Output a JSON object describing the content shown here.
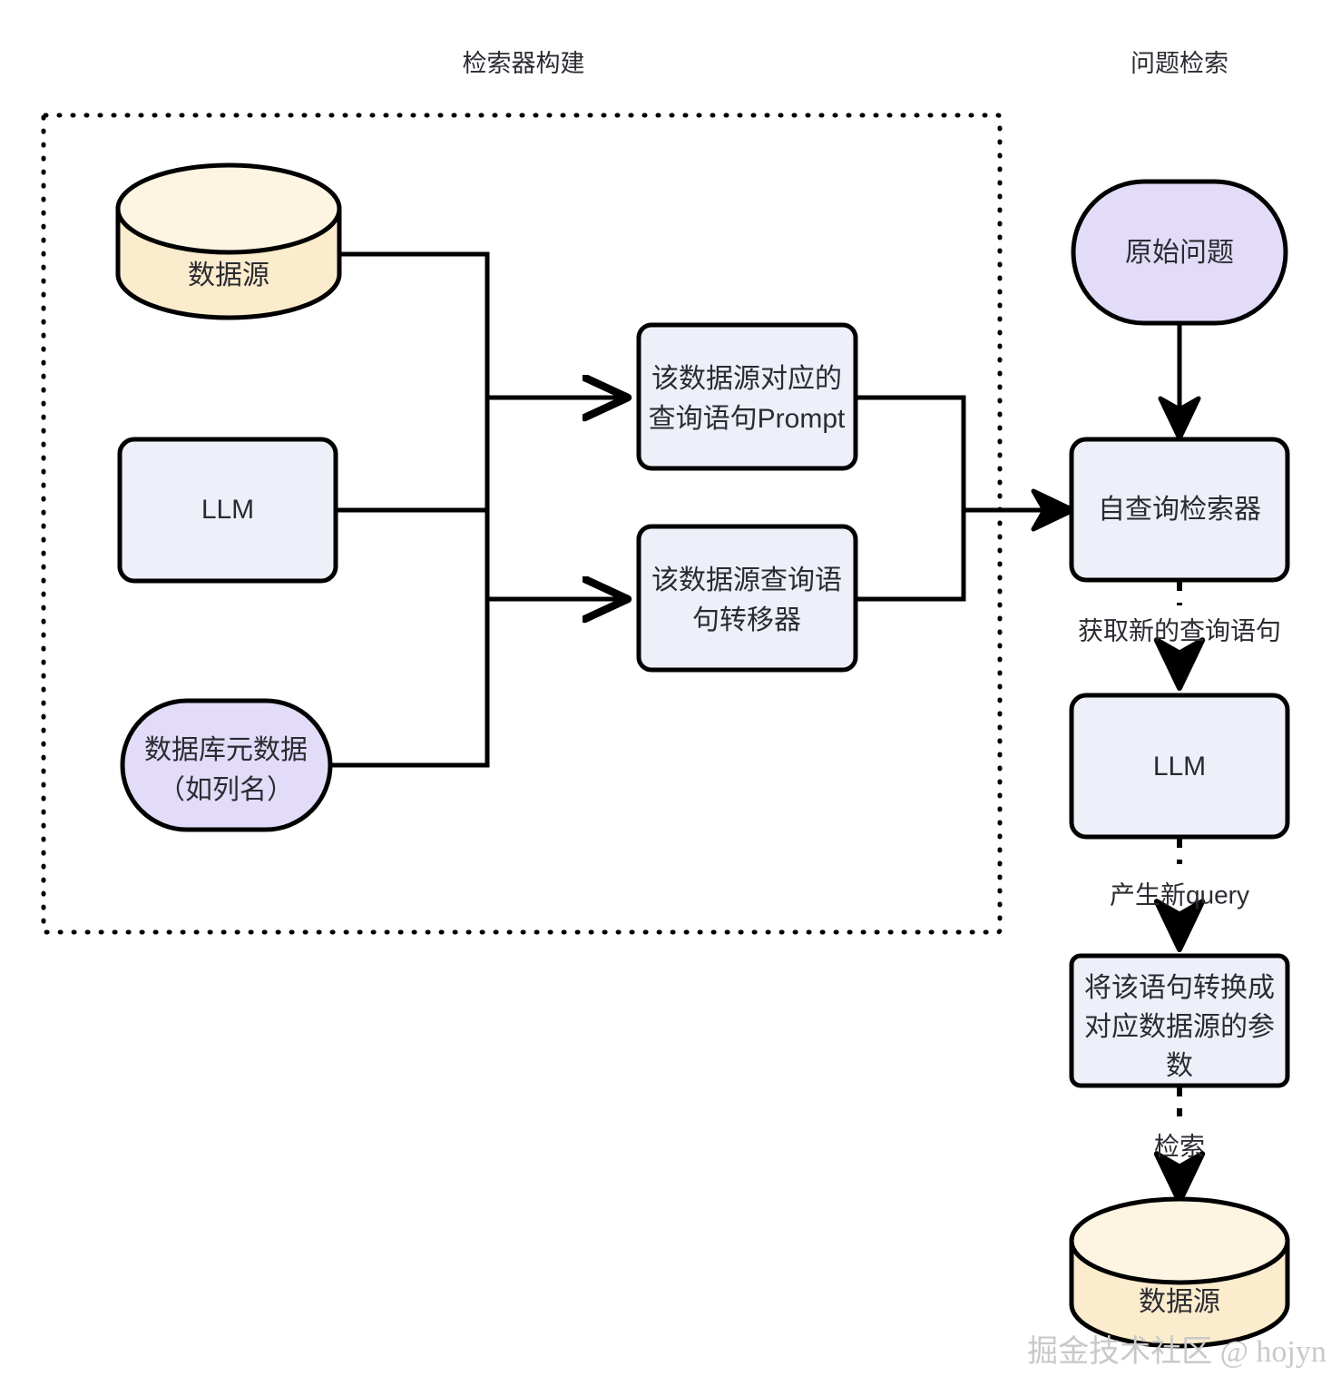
{
  "diagram": {
    "titles": {
      "left": "检索器构建",
      "right": "问题检索"
    },
    "nodes": {
      "data_source_left": "数据源",
      "llm_left": "LLM",
      "db_metadata": "数据库元数据\n（如列名）",
      "db_metadata_line1": "数据库元数据",
      "db_metadata_line2": "（如列名）",
      "prompt_box_line1": "该数据源对应的",
      "prompt_box_line2": "查询语句Prompt",
      "translator_box_line1": "该数据源查询语",
      "translator_box_line2": "句转移器",
      "original_question": "原始问题",
      "self_query_retriever": "自查询检索器",
      "llm_right": "LLM",
      "convert_box_line1": "将该语句转换成",
      "convert_box_line2": "对应数据源的参",
      "convert_box_line3": "数",
      "data_source_right": "数据源"
    },
    "edge_labels": {
      "get_new_query": "获取新的查询语句",
      "produce_new_query": "产生新query",
      "retrieve": "检索"
    },
    "watermark": "掘金技术社区 @ hojyn",
    "colors": {
      "cylinder_fill": "#faeccc",
      "cylinder_top_fill": "#fdf5e2",
      "box_fill": "#edf0f8",
      "ellipse_fill": "#e3dcf8",
      "stroke": "#000000",
      "text": "#2b2b32",
      "watermark": "#c9c9c9",
      "background": "#ffffff"
    }
  }
}
